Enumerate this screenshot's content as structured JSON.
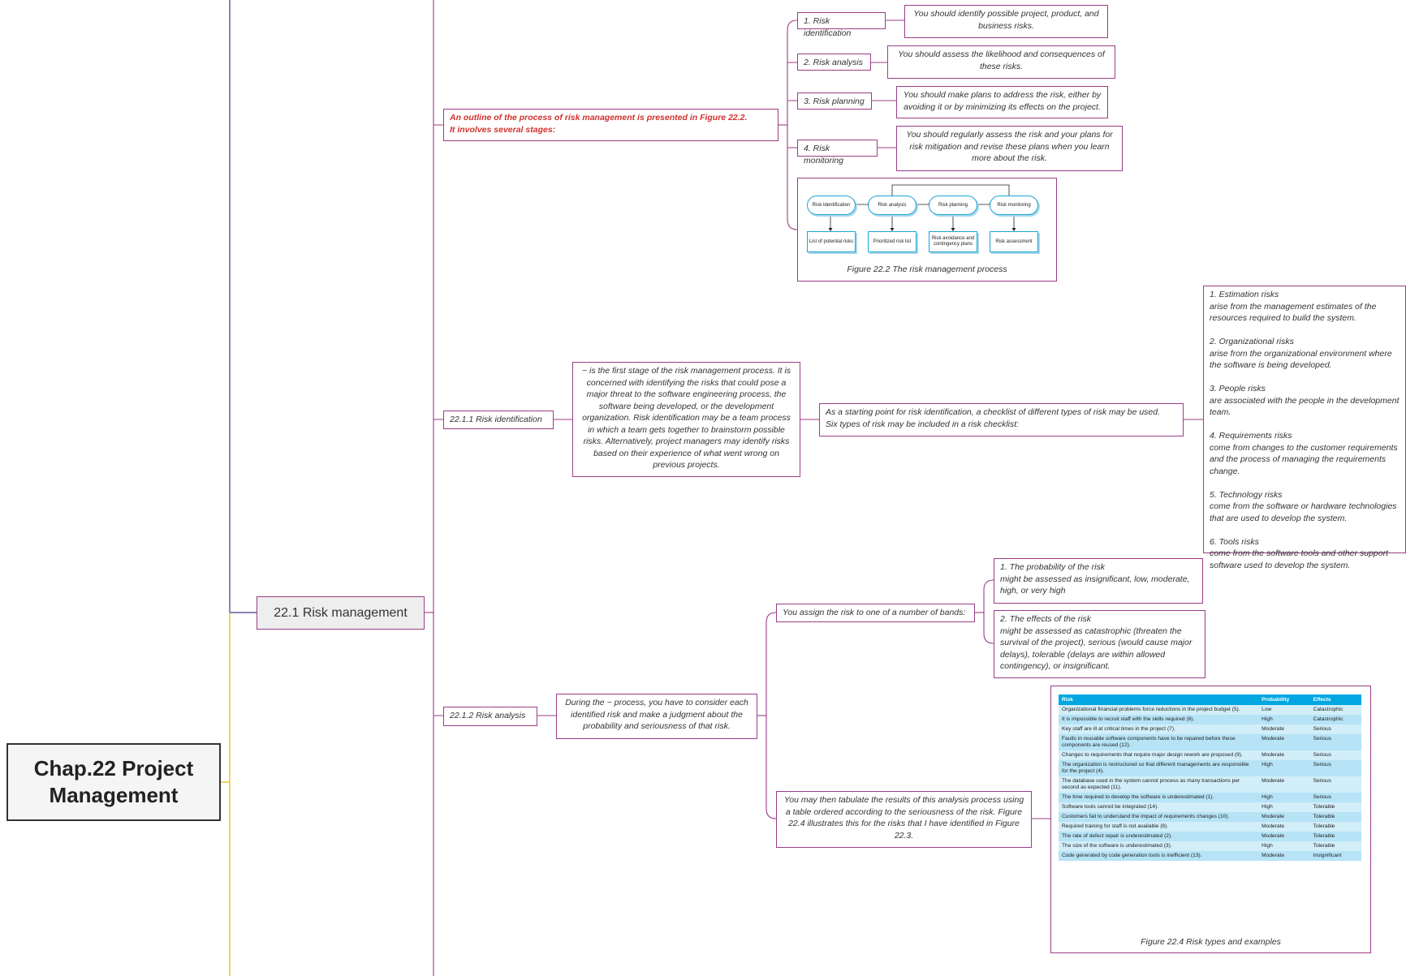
{
  "root": {
    "title": "Chap.22 Project Management"
  },
  "main_topic": {
    "label": "22.1 Risk management"
  },
  "outline": {
    "text": "An outline of the process of risk management is presented in Figure 22.2.\nIt involves several stages:",
    "stages": [
      {
        "label": "1. Risk identification",
        "desc": "You should identify possible project, product, and business risks."
      },
      {
        "label": "2. Risk analysis",
        "desc": "You should assess the likelihood and consequences of these risks."
      },
      {
        "label": "3. Risk planning",
        "desc": "You should make plans to address the risk, either by avoiding it or by minimizing its effects on the project."
      },
      {
        "label": "4. Risk monitoring",
        "desc": "You should regularly assess the risk and your plans for risk mitigation and revise these plans when you learn more about the risk."
      }
    ],
    "figure": {
      "pills": [
        "Risk identification",
        "Risk analysis",
        "Risk planning",
        "Risk monitoring"
      ],
      "outputs": [
        "List of potential risks",
        "Prioritized risk list",
        "Risk avoidance and contingency plans",
        "Risk assessment"
      ],
      "caption": "Figure 22.2 The risk management process"
    }
  },
  "identification": {
    "label": "22.1.1  Risk identification",
    "desc": "~ is the first stage of the risk management process. It is concerned with identifying the risks that could pose a major threat to the software engineering process, the software being developed, or the development organization. Risk identification may be a team process in which a team gets together to brainstorm possible risks. Alternatively, project managers may identify risks based on their experience of what went wrong on previous projects.",
    "checklist": "As a starting point for risk identification, a checklist of different types of risk may be used.\nSix types of risk may be included in a risk checklist:",
    "types": "1. Estimation risks\n arise from the management estimates of the resources required to build the system.\n\n2. Organizational risks\n arise from the organizational environment where the software is being developed.\n\n3. People risks\nare associated with the people in the development team.\n\n4. Requirements risks\ncome from changes to the customer requirements and the process of managing the requirements change.\n\n5. Technology risks\ncome from the software or hardware technologies that are used to develop the system.\n\n6. Tools risks\ncome from the software tools and other support software used to develop the system."
  },
  "analysis": {
    "label": "22.1.2  Risk analysis",
    "desc": "During the ~ process, you have to consider each identified risk and make a judgment about the probability and seriousness of that risk.",
    "bands": "You assign the risk to one of a number of bands:",
    "probability": "1. The probability of the risk\nmight be assessed as insignificant, low, moderate, high, or very high",
    "effects": "2. The effects of the risk\n might be assessed as catastrophic (threaten the survival of the project), serious (would cause major delays), tolerable (delays are within allowed contingency), or insignificant.",
    "tabulate": "You may then tabulate the results of this analysis process using a table ordered according to the seriousness of the risk. Figure 22.4 illustrates this for the risks that I have identified in Figure 22.3.",
    "table": {
      "headers": [
        "Risk",
        "Probability",
        "Effects"
      ],
      "rows": [
        [
          "Organizational financial problems force reductions in the project budget (5).",
          "Low",
          "Catastrophic"
        ],
        [
          "It is impossible to recruit staff with the skills required (6).",
          "High",
          "Catastrophic"
        ],
        [
          "Key staff are ill at critical times in the project (7).",
          "Moderate",
          "Serious"
        ],
        [
          "Faults in reusable software components have to be repaired before these components are reused (12).",
          "Moderate",
          "Serious"
        ],
        [
          "Changes to requirements that require major design rework are proposed (9).",
          "Moderate",
          "Serious"
        ],
        [
          "The organization is restructured so that different managements are responsible for the project (4).",
          "High",
          "Serious"
        ],
        [
          "The database used in the system cannot process as many transactions per second as expected (11).",
          "Moderate",
          "Serious"
        ],
        [
          "The time required to develop the software is underestimated (1).",
          "High",
          "Serious"
        ],
        [
          "Software tools cannot be integrated (14).",
          "High",
          "Tolerable"
        ],
        [
          "Customers fail to understand the impact of requirements changes (10).",
          "Moderate",
          "Tolerable"
        ],
        [
          "Required training for staff is not available (8).",
          "Moderate",
          "Tolerable"
        ],
        [
          "The rate of defect repair is underestimated (2).",
          "Moderate",
          "Tolerable"
        ],
        [
          "The size of the software is underestimated (3).",
          "High",
          "Tolerable"
        ],
        [
          "Code generated by code generation tools is inefficient (13).",
          "Moderate",
          "Insignificant"
        ]
      ],
      "caption": "Figure 22.4 Risk types and examples"
    }
  },
  "colors": {
    "branch": "#9b3d86",
    "left_upper": "#3d3a8c",
    "left_lower": "#f0b400",
    "accent": "#00a7e1",
    "emphasis": "#d0312d"
  }
}
